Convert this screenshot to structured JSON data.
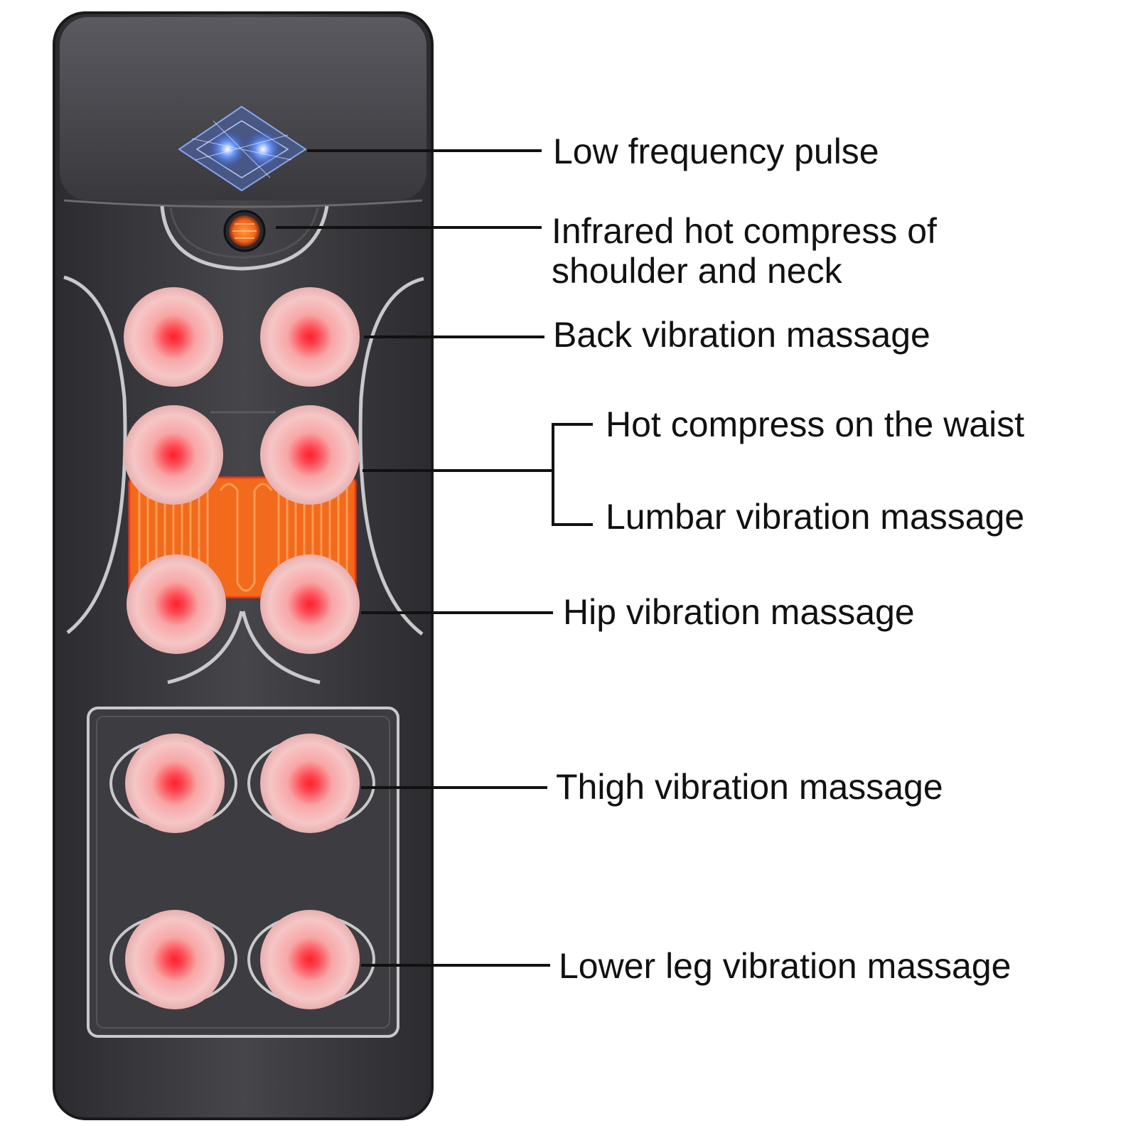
{
  "colors": {
    "mat_body": "#3a3a3e",
    "mat_outline": "#c9c9cc",
    "node_outer": "#f4c2c2",
    "node_core": "#ff2c36",
    "heater": "#f26a1b",
    "pulse_blue": "#5b8cff",
    "leader_line": "#111111",
    "background": "#ffffff"
  },
  "labels": {
    "low_frequency_pulse": "Low frequency pulse",
    "infrared_line1": "Infrared hot compress of",
    "infrared_line2": "shoulder and neck",
    "back_vibration": "Back vibration massage",
    "hot_compress_waist": "Hot compress on the waist",
    "lumbar_vibration": "Lumbar vibration massage",
    "hip_vibration": "Hip vibration massage",
    "thigh_vibration": "Thigh vibration massage",
    "lower_leg_vibration": "Lower leg vibration massage"
  }
}
